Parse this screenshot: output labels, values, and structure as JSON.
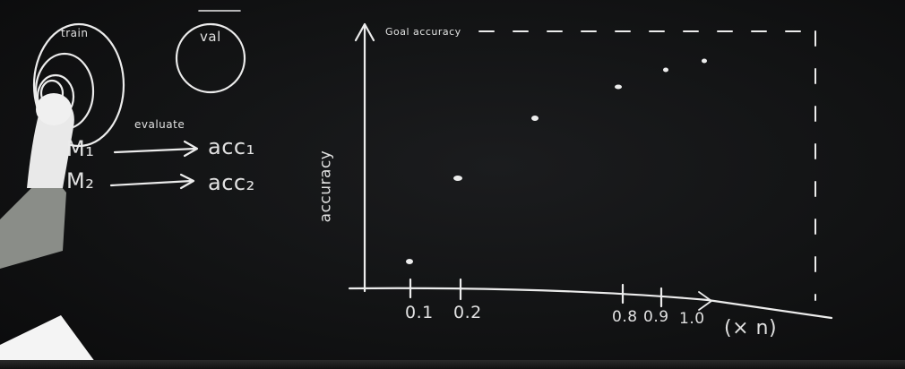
{
  "board": {
    "labels": {
      "train": "train",
      "val": "val",
      "evaluate": "evaluate",
      "m1": "M₁",
      "m2": "M₂",
      "acc1": "acc₁",
      "acc2": "acc₂",
      "goal": "Goal accuracy",
      "ylabel": "accuracy",
      "tick1": "0.1",
      "tick2": "0.2",
      "tick3": "0.8",
      "tick4": "0.9",
      "tick5": "1.0",
      "xunit": "(× n)"
    }
  },
  "colors": {
    "chalk": "#ececec",
    "board": "#121314",
    "sleeve": "#8a8d88",
    "skin": "#e9e9e9",
    "paper": "#f4f4f4"
  }
}
